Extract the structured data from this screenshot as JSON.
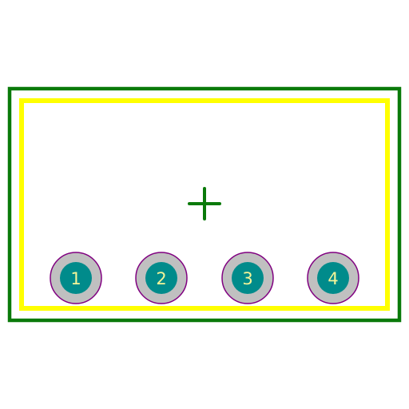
{
  "colors": {
    "background": "#ffffff",
    "courtyard_outline": "#0a7a0a",
    "silkscreen_outline": "#ffff00",
    "origin_cross": "#0a7a0a",
    "pad_ring": "#c0c0c0",
    "pad_ring_edge": "#800080",
    "pad_drill": "#008b8b",
    "pad_label": "#f5f598"
  },
  "pads": [
    {
      "label": "1"
    },
    {
      "label": "2"
    },
    {
      "label": "3"
    },
    {
      "label": "4"
    }
  ]
}
